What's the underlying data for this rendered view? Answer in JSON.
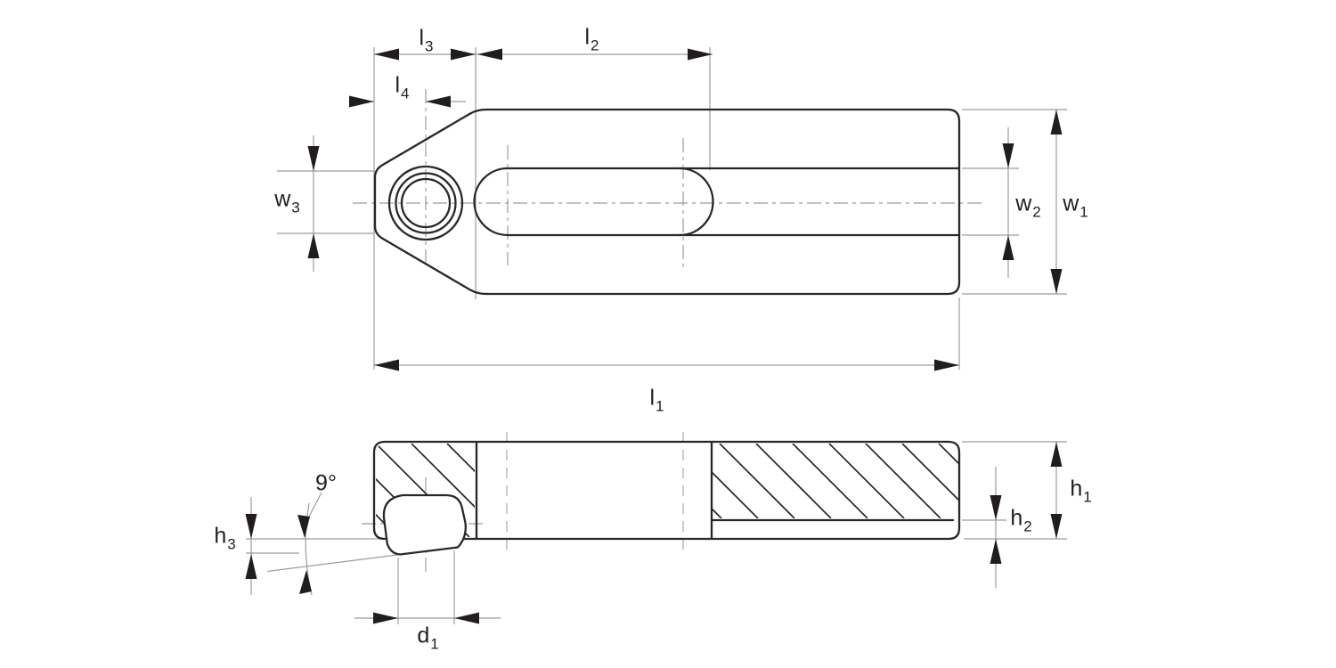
{
  "drawing": {
    "description": "Two-view technical drawing of a clamp with threaded hole, slot and 9-degree nose",
    "labels": {
      "l1": {
        "main": "l",
        "sub": "1"
      },
      "l2": {
        "main": "l",
        "sub": "2"
      },
      "l3": {
        "main": "l",
        "sub": "3"
      },
      "l4": {
        "main": "l",
        "sub": "4"
      },
      "w1": {
        "main": "w",
        "sub": "1"
      },
      "w2": {
        "main": "w",
        "sub": "2"
      },
      "w3": {
        "main": "w",
        "sub": "3"
      },
      "h1": {
        "main": "h",
        "sub": "1"
      },
      "h2": {
        "main": "h",
        "sub": "2"
      },
      "h3": {
        "main": "h",
        "sub": "3"
      },
      "d1": {
        "main": "d",
        "sub": "1"
      },
      "angle": "9°"
    },
    "colors": {
      "outline": "#2b2728",
      "dimension_line": "#9c9c9c",
      "centerline": "#b0b0b0",
      "arrow": "#211d1e",
      "label": "#211d1e",
      "background": "#ffffff"
    }
  }
}
